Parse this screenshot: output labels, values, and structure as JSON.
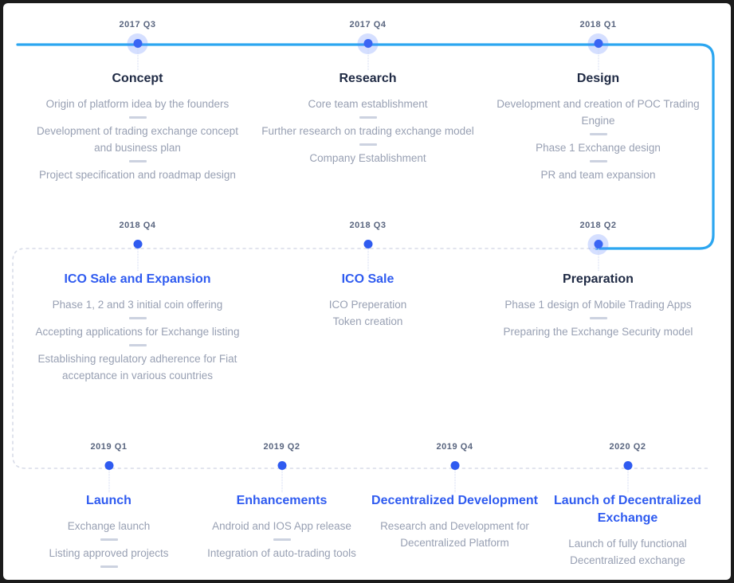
{
  "theme": {
    "accent": "#2f5bf0",
    "line_blue": "#2ca6f0",
    "dotted": "#d8dce8",
    "date_color": "#59657f",
    "body_color": "#98a0b3",
    "title_dark": "#1f2a44",
    "background": "#ffffff"
  },
  "roadmap": {
    "rows": [
      {
        "row_id": "row-2017-2018q1",
        "connector": "solid-blue",
        "milestones": [
          {
            "date": "2017 Q3",
            "title": "Concept",
            "title_style": "dark",
            "dot_style": "halo",
            "items": [
              "Origin of platform idea by the founders",
              "Development of trading exchange concept and business plan",
              "Project specification and roadmap design"
            ]
          },
          {
            "date": "2017 Q4",
            "title": "Research",
            "title_style": "dark",
            "dot_style": "halo",
            "items": [
              "Core team establishment",
              "Further research on trading exchange model",
              "Company Establishment"
            ]
          },
          {
            "date": "2018 Q1",
            "title": "Design",
            "title_style": "dark",
            "dot_style": "halo",
            "items": [
              "Development and creation of POC Trading Engine",
              "Phase 1 Exchange design",
              "PR and team expansion"
            ]
          }
        ]
      },
      {
        "row_id": "row-2018q4-2018q2",
        "connector": "dotted",
        "milestones": [
          {
            "date": "2018 Q4",
            "title": "ICO Sale and Expansion",
            "title_style": "accent",
            "dot_style": "plain",
            "items": [
              "Phase 1, 2 and 3 initial coin offering",
              "Accepting applications for Exchange listing",
              "Establishing regulatory adherence for Fiat acceptance in various countries"
            ]
          },
          {
            "date": "2018 Q3",
            "title": "ICO Sale",
            "title_style": "accent",
            "dot_style": "plain",
            "items_nosep": [
              "ICO Preperation",
              "Token creation"
            ]
          },
          {
            "date": "2018 Q2",
            "title": "Preparation",
            "title_style": "dark",
            "dot_style": "halo",
            "items": [
              "Phase 1 design of Mobile Trading Apps",
              "Preparing the Exchange Security model"
            ]
          }
        ]
      },
      {
        "row_id": "row-2019-2020",
        "connector": "dotted",
        "milestones": [
          {
            "date": "2019 Q1",
            "title": "Launch",
            "title_style": "accent",
            "dot_style": "plain",
            "items": [
              "Exchange launch",
              "Listing approved projects"
            ],
            "trailing_separator": true
          },
          {
            "date": "2019 Q2",
            "title": "Enhancements",
            "title_style": "accent",
            "dot_style": "plain",
            "items": [
              "Android and IOS App release",
              "Integration of auto-trading tools"
            ]
          },
          {
            "date": "2019 Q4",
            "title": "Decentralized Development",
            "title_style": "accent",
            "dot_style": "plain",
            "items_nosep": [
              "Research and Development for Decentralized Platform"
            ]
          },
          {
            "date": "2020 Q2",
            "title": "Launch of Decentralized Exchange",
            "title_style": "accent",
            "dot_style": "plain",
            "items_nosep": [
              "Launch of fully functional",
              "Decentralized exchange"
            ]
          }
        ]
      }
    ]
  }
}
